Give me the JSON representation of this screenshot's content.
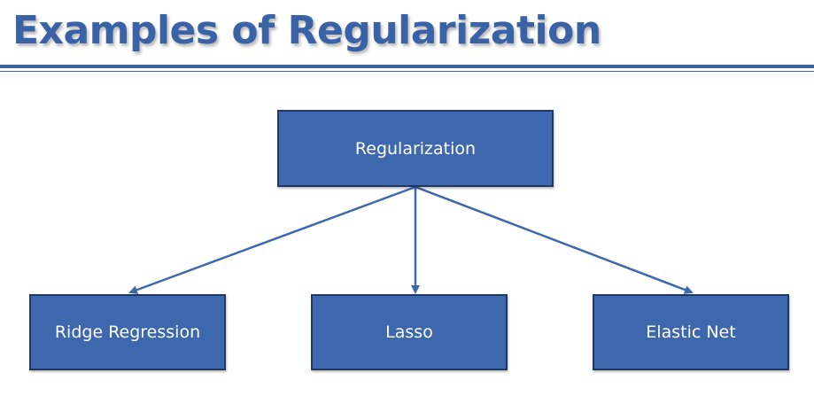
{
  "slide": {
    "title": "Examples of Regularization"
  },
  "diagram": {
    "root": {
      "label": "Regularization"
    },
    "children": [
      {
        "label": "Ridge Regression"
      },
      {
        "label": "Lasso"
      },
      {
        "label": "Elastic Net"
      }
    ]
  },
  "colors": {
    "accent": "#3a62a7",
    "box_fill": "#3e68ad",
    "box_border": "#1f3864",
    "box_text": "#ffffff"
  }
}
